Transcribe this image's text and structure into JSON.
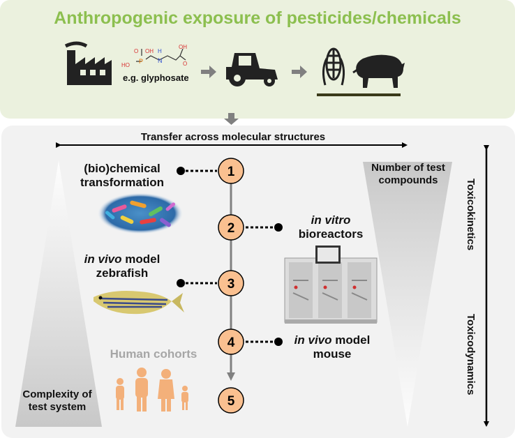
{
  "top": {
    "title": "Anthropogenic exposure of pesticides/chemicals",
    "example_label": "e.g. glyphosate",
    "molecule_atoms": {
      "ho1": "HO",
      "p": "P",
      "o": "O",
      "oh1": "OH",
      "nh": "H",
      "n": "N",
      "oh2": "OH",
      "o2": "O"
    },
    "icons": [
      "factory-icon",
      "glyphosate-molecule",
      "tractor-icon",
      "corn-icon",
      "pig-icon"
    ]
  },
  "bottom": {
    "transfer_label": "Transfer across molecular structures",
    "number_label": [
      "Number of test",
      "compounds"
    ],
    "complexity_label": [
      "Complexity of",
      "test system"
    ],
    "toxicokinetics": "Toxicokinetics",
    "toxicodynamics": "Toxicodynamics",
    "steps": [
      "1",
      "2",
      "3",
      "4",
      "5"
    ],
    "step1": {
      "line1": "(bio)chemical",
      "line2": "transformation"
    },
    "step2": {
      "italic": "in vitro",
      "line2": "bioreactors"
    },
    "step3": {
      "italic": "in vivo",
      "rest": " model",
      "line2": "zebrafish"
    },
    "step4": {
      "italic": "in vivo",
      "rest": " model",
      "line2": "mouse"
    },
    "human_cohorts": "Human cohorts"
  },
  "colors": {
    "title_green": "#8cbf4f",
    "top_bg": "#ebf1de",
    "bottom_bg": "#f2f2f2",
    "step_fill": "#fac090",
    "timeline_gray": "#808080",
    "human_figure": "#f3b07a"
  }
}
